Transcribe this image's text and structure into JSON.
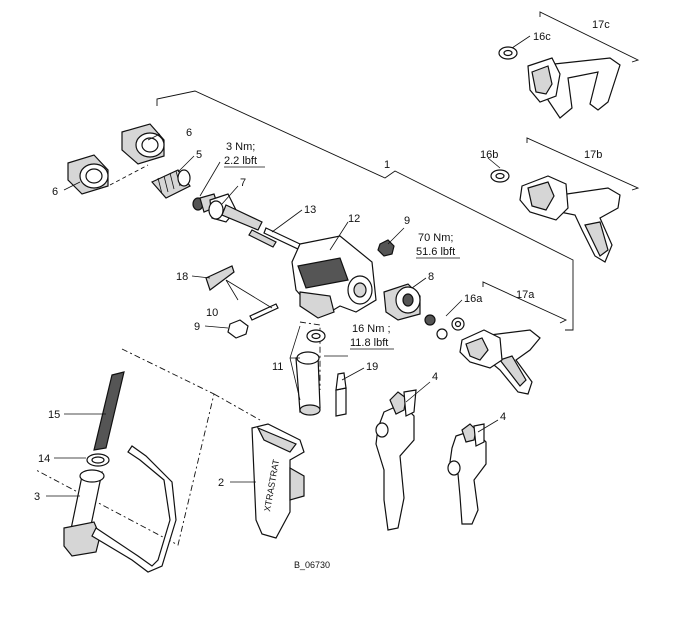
{
  "figure_id": "B_06730",
  "callouts": {
    "c1": "1",
    "c2": "2",
    "c3": "3",
    "c4a": "4",
    "c4b": "4",
    "c5": "5",
    "c6a": "6",
    "c6b": "6",
    "c7": "7",
    "c8": "8",
    "c9a": "9",
    "c9b": "9",
    "c10": "10",
    "c11": "11",
    "c12": "12",
    "c13": "13",
    "c14": "14",
    "c15": "15",
    "c16a": "16a",
    "c16b": "16b",
    "c16c": "16c",
    "c17a": "17a",
    "c17b": "17b",
    "c17c": "17c",
    "c18": "18",
    "c19": "19"
  },
  "torques": {
    "t3_nm": "3 Nm;",
    "t3_lbft": "2.2 lbft",
    "t8_nm": "70 Nm;",
    "t8_lbft": "51.6 lbft",
    "t11_nm": "16 Nm ;",
    "t11_lbft": "11.8 lbft"
  },
  "handle_text": "XTRASTRAT"
}
